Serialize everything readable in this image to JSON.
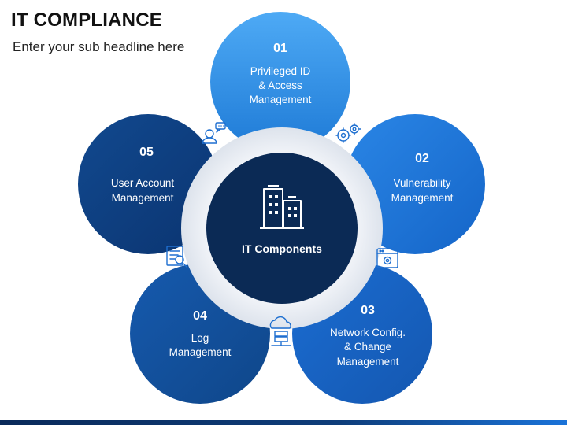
{
  "header": {
    "title": "IT COMPLIANCE",
    "subtitle": "Enter your sub headline here"
  },
  "center": {
    "label": "IT Components",
    "icon": "buildings-icon",
    "color": "#0b2a55"
  },
  "segments": [
    {
      "number": "01",
      "lines": [
        "Privileged ID",
        "& Access",
        "Management"
      ],
      "color": "#3a9af0",
      "icon": "gears-icon"
    },
    {
      "number": "02",
      "lines": [
        "Vulnerability",
        "Management"
      ],
      "color": "#1f78d8",
      "icon": "browser-settings-icon"
    },
    {
      "number": "03",
      "lines": [
        "Network Config.",
        "& Change",
        "Management"
      ],
      "color": "#1763c4",
      "icon": "cloud-server-icon"
    },
    {
      "number": "04",
      "lines": [
        "Log",
        "Management"
      ],
      "color": "#124e9c",
      "icon": "document-search-icon"
    },
    {
      "number": "05",
      "lines": [
        "User Account",
        "Management"
      ],
      "color": "#0e3f80",
      "icon": "user-chat-icon"
    }
  ],
  "colors": {
    "ring": "#eef1f6",
    "icon_stroke": "#1e6fd0",
    "footer_bar": "#0e3d7a"
  }
}
